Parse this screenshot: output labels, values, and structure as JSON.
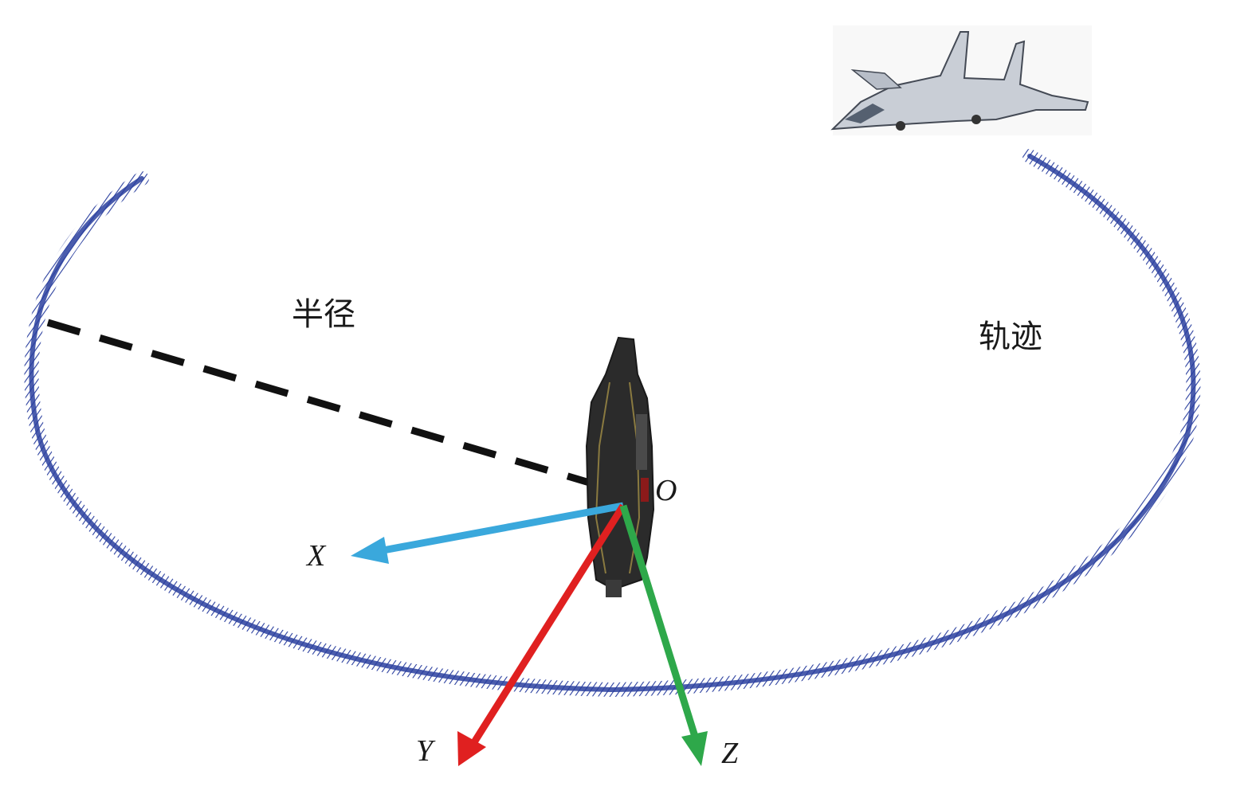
{
  "labels": {
    "radius": "半径",
    "trajectory": "轨迹",
    "origin": "O",
    "x_axis": "X",
    "y_axis": "Y",
    "z_axis": "Z"
  },
  "colors": {
    "trajectory": "#2a3f9f",
    "radius_line": "#111111",
    "x_axis": "#3aa8dc",
    "y_axis": "#e02020",
    "z_axis": "#2ea84a",
    "carrier": "#2b2b2b",
    "aircraft": "#c9ced6"
  },
  "icons": {
    "carrier": "aircraft-carrier-icon",
    "aircraft": "fighter-jet-icon"
  }
}
